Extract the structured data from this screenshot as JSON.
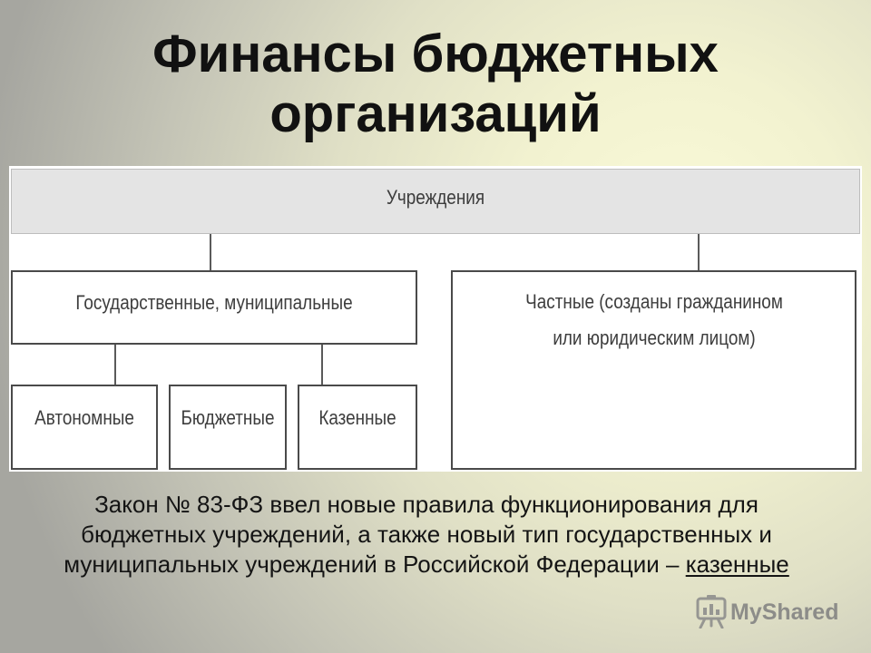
{
  "slide": {
    "title_lines": [
      "Финансы бюджетных",
      "организаций"
    ]
  },
  "diagram": {
    "root_label": "Учреждения",
    "branches": {
      "public": {
        "label": "Государственные, муниципальные",
        "children": [
          "Автономные",
          "Бюджетные",
          "Казенные"
        ]
      },
      "private": {
        "label_lines": [
          "Частные (созданы гражданином",
          "или юридическим лицом)"
        ]
      }
    }
  },
  "caption": {
    "lines": [
      "Закон № 83-ФЗ ввел новые правила функционирования для",
      "бюджетных учреждений, а также новый тип государственных и",
      "муниципальных учреждений в Российской Федерации –"
    ],
    "underlined_word": "казенные"
  },
  "watermark": {
    "text": "MyShared",
    "icon": "presentation-board-icon"
  },
  "colors": {
    "text": "#111111",
    "diagram_text": "#3d3d3d",
    "diagram_border": "#4a4a4a",
    "diagram_band": "#e4e4e4",
    "watermark": "#7f7f7f"
  }
}
